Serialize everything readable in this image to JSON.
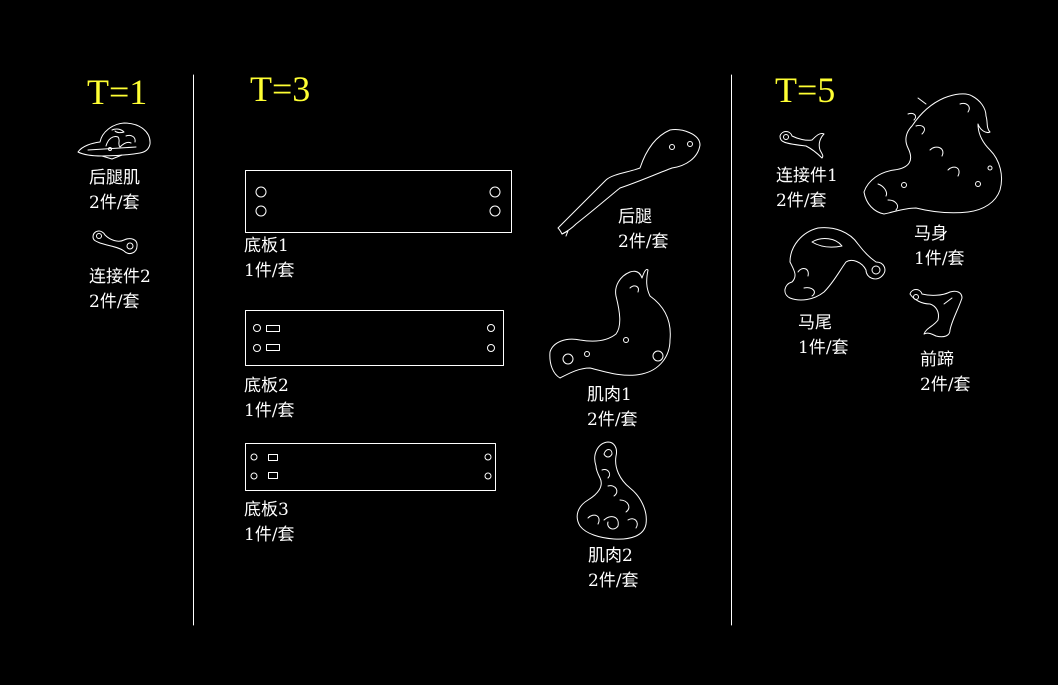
{
  "sections": [
    {
      "heading": "T=1"
    },
    {
      "heading": "T=3"
    },
    {
      "heading": "T=5"
    }
  ],
  "parts": {
    "hou_tui_ji": {
      "name": "后腿肌",
      "qty": "2件/套"
    },
    "lian_jie_jian2": {
      "name": "连接件2",
      "qty": "2件/套"
    },
    "di_ban1": {
      "name": "底板1",
      "qty": "1件/套"
    },
    "di_ban2": {
      "name": "底板2",
      "qty": "1件/套"
    },
    "di_ban3": {
      "name": "底板3",
      "qty": "1件/套"
    },
    "hou_tui": {
      "name": "后腿",
      "qty": "2件/套"
    },
    "ji_rou1": {
      "name": "肌肉1",
      "qty": "2件/套"
    },
    "ji_rou2": {
      "name": "肌肉2",
      "qty": "2件/套"
    },
    "lian_jie_jian1": {
      "name": "连接件1",
      "qty": "2件/套"
    },
    "ma_shen": {
      "name": "马身",
      "qty": "1件/套"
    },
    "ma_wei": {
      "name": "马尾",
      "qty": "1件/套"
    },
    "qian_ti": {
      "name": "前蹄",
      "qty": "2件/套"
    }
  },
  "colors": {
    "background": "#000000",
    "heading": "#ffff33",
    "outline": "#ffffff"
  }
}
